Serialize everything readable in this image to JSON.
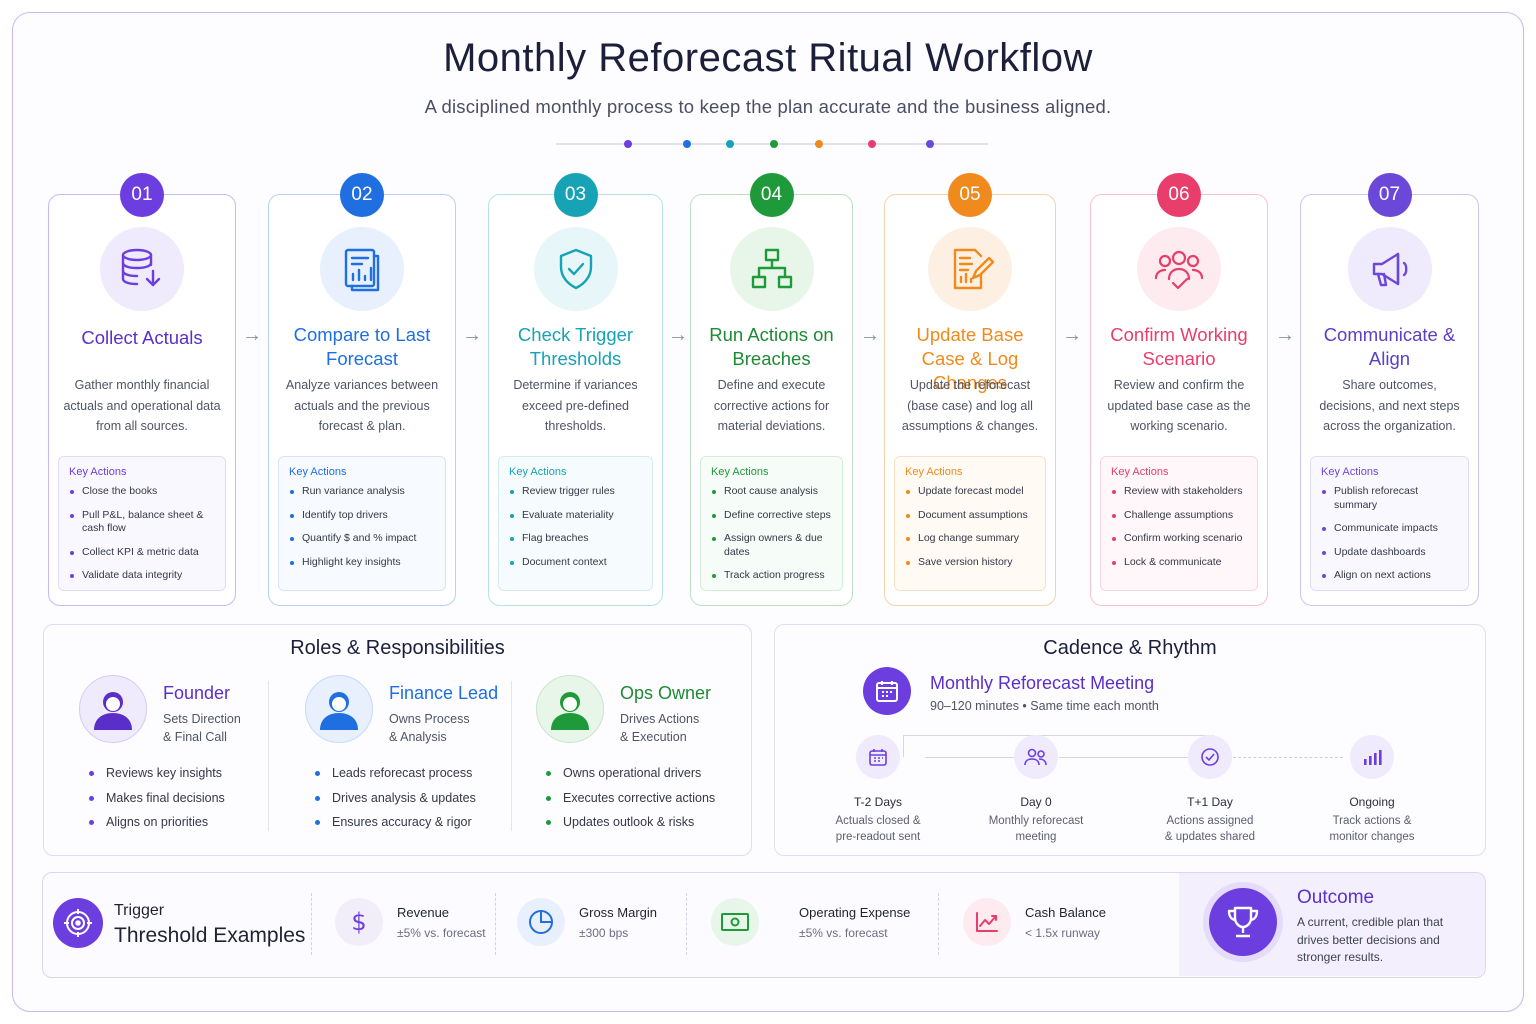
{
  "title": "Monthly Reforecast Ritual Workflow",
  "subtitle": "A disciplined monthly process to keep the plan accurate and the business aligned.",
  "colors": {
    "purple": "#6c3ee0",
    "blue": "#1f6fe0",
    "teal": "#16a3b5",
    "green": "#1f9a3a",
    "orange": "#f08a1c",
    "pink": "#e93d6b",
    "violet": "#6b48d8"
  },
  "key_actions_label": "Key Actions",
  "steps": [
    {
      "num": "01",
      "icon": "database-download-icon",
      "title": "Collect Actuals",
      "desc": "Gather monthly financial actuals and operational data from all sources.",
      "actions": [
        "Close the books",
        "Pull P&L, balance sheet & cash flow",
        "Collect KPI & metric data",
        "Validate data integrity"
      ]
    },
    {
      "num": "02",
      "icon": "report-chart-icon",
      "title": "Compare to Last Forecast",
      "desc": "Analyze variances between actuals and the previous forecast & plan.",
      "actions": [
        "Run variance analysis",
        "Identify top drivers",
        "Quantify $ and % impact",
        "Highlight key insights"
      ]
    },
    {
      "num": "03",
      "icon": "shield-check-icon",
      "title": "Check Trigger Thresholds",
      "desc": "Determine if variances exceed pre-defined thresholds.",
      "actions": [
        "Review trigger rules",
        "Evaluate materiality",
        "Flag breaches",
        "Document context"
      ]
    },
    {
      "num": "04",
      "icon": "hierarchy-icon",
      "title": "Run Actions on Breaches",
      "desc": "Define and execute corrective actions for material deviations.",
      "actions": [
        "Root cause analysis",
        "Define corrective steps",
        "Assign owners & due dates",
        "Track action progress"
      ]
    },
    {
      "num": "05",
      "icon": "document-edit-icon",
      "title": "Update Base Case & Log Changes",
      "desc": "Update the reforecast (base case) and log all assumptions & changes.",
      "actions": [
        "Update forecast model",
        "Document assumptions",
        "Log change summary",
        "Save version history"
      ]
    },
    {
      "num": "06",
      "icon": "team-check-icon",
      "title": "Confirm Working Scenario",
      "desc": "Review and confirm the updated base case as the working scenario.",
      "actions": [
        "Review with stakeholders",
        "Challenge assumptions",
        "Confirm working scenario",
        "Lock & communicate"
      ]
    },
    {
      "num": "07",
      "icon": "megaphone-icon",
      "title": "Communicate & Align",
      "desc": "Share outcomes, decisions, and next steps across the organization.",
      "actions": [
        "Publish reforecast summary",
        "Communicate impacts",
        "Update dashboards",
        "Align on next actions"
      ]
    }
  ],
  "roles": {
    "title": "Roles & Responsibilities",
    "items": [
      {
        "name": "Founder",
        "line1": "Sets Direction",
        "line2": "& Final Call",
        "bullets": [
          "Reviews key insights",
          "Makes final decisions",
          "Aligns on priorities"
        ]
      },
      {
        "name": "Finance Lead",
        "line1": "Owns Process",
        "line2": "& Analysis",
        "bullets": [
          "Leads reforecast process",
          "Drives analysis & updates",
          "Ensures accuracy & rigor"
        ]
      },
      {
        "name": "Ops Owner",
        "line1": "Drives Actions",
        "line2": "& Execution",
        "bullets": [
          "Owns operational drivers",
          "Executes corrective actions",
          "Updates outlook & risks"
        ]
      }
    ]
  },
  "cadence": {
    "title": "Cadence & Rhythm",
    "meeting_title": "Monthly Reforecast Meeting",
    "meeting_sub": "90–120 minutes • Same time each month",
    "timeline": [
      {
        "label": "T-2 Days",
        "line1": "Actuals closed &",
        "line2": "pre-readout sent",
        "icon": "calendar-icon"
      },
      {
        "label": "Day 0",
        "line1": "Monthly reforecast",
        "line2": "meeting",
        "icon": "people-icon"
      },
      {
        "label": "T+1 Day",
        "line1": "Actions assigned",
        "line2": "& updates shared",
        "icon": "check-circle-icon"
      },
      {
        "label": "Ongoing",
        "line1": "Track actions &",
        "line2": "monitor changes",
        "icon": "bar-chart-icon"
      }
    ]
  },
  "triggers": {
    "line1": "Trigger",
    "line2": "Threshold Examples",
    "metrics": [
      {
        "name": "Revenue",
        "value": "±5% vs. forecast",
        "icon": "dollar-icon"
      },
      {
        "name": "Gross Margin",
        "value": "±300 bps",
        "icon": "pie-icon"
      },
      {
        "name": "Operating Expense",
        "value": "±5% vs. forecast",
        "icon": "cash-icon"
      },
      {
        "name": "Cash Balance",
        "value": "< 1.5x runway",
        "icon": "trend-icon"
      }
    ]
  },
  "outcome": {
    "title": "Outcome",
    "desc": "A current, credible plan that drives better decisions and stronger results."
  }
}
